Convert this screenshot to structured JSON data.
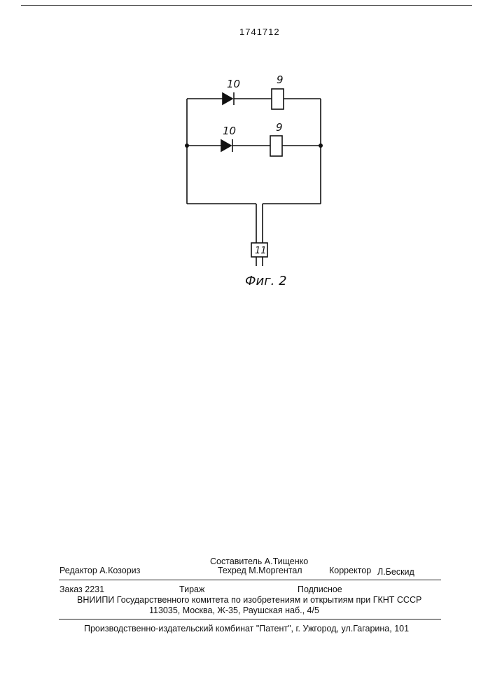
{
  "header": {
    "patent_number": "1741712"
  },
  "diagram": {
    "labels": {
      "diode_top": "10",
      "relay_top": "9",
      "diode_bottom": "10",
      "relay_bottom": "9",
      "block": "11"
    },
    "caption": "Фиг. 2"
  },
  "footer": {
    "editor": "Редактор А.Козориз",
    "composer": "Составитель А.Тищенко",
    "techred": "Техред М.Моргентал",
    "corrector_label": "Корректор",
    "corrector_name": "Л.Бескид",
    "order": "Заказ 2231",
    "print_run": "Тираж",
    "subscription": "Подписное",
    "institute": "ВНИИПИ Государственного комитета по изобретениям и открытиям при ГКНТ СССР",
    "address": "113035, Москва, Ж-35, Раушская наб., 4/5",
    "publisher": "Производственно-издательский комбинат \"Патент\", г. Ужгород, ул.Гагарина, 101"
  }
}
